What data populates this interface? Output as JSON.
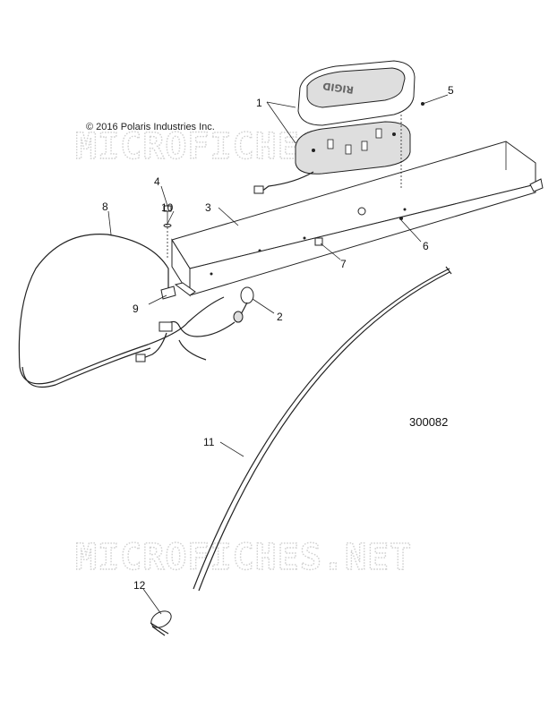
{
  "diagram": {
    "copyright": "© 2016 Polaris Industries Inc.",
    "figure_number": "300082",
    "watermark": "MICROFICHES.NET",
    "housing_logo": "RIGID",
    "callouts": [
      "1",
      "2",
      "3",
      "4",
      "5",
      "6",
      "7",
      "8",
      "9",
      "10",
      "11",
      "12"
    ]
  }
}
